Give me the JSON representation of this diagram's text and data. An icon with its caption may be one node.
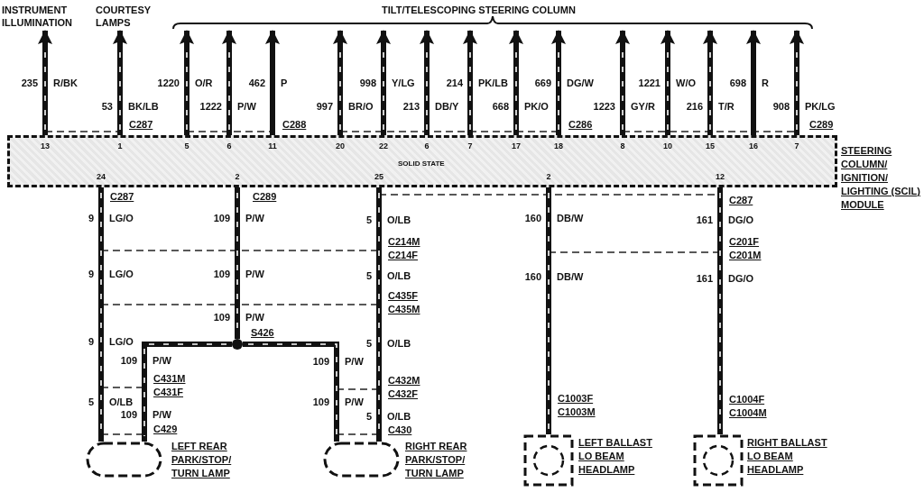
{
  "diagram": {
    "nodes": [
      {
        "text": [
          "SOLID STATE"
        ],
        "beside": [
          "STEERING COLUMN/ IGNITION/ LIGHTING (SCIL) MODULE"
        ]
      },
      {
        "text": [
          "INSTRUMENT ILLUMINATION"
        ]
      },
      {
        "text": [
          "COURTESY LAMPS"
        ]
      },
      {
        "text": [],
        "shape": "circle",
        "beside": [
          "S426"
        ]
      },
      {
        "text": [],
        "shape": "oval",
        "beside": [
          "LEFT REAR PARK/STOP/ TURN LAMP"
        ]
      },
      {
        "text": [],
        "shape": "oval",
        "beside": [
          "RIGHT REAR PARK/STOP/ TURN LAMP"
        ]
      },
      {
        "text": [],
        "shape": "box",
        "beside": [
          "LEFT BALLAST LO BEAM HEADLAMP"
        ]
      },
      {
        "text": [],
        "shape": "box",
        "beside": [
          "RIGHT BALLAST LO BEAM HEADLAMP"
        ]
      },
      {
        "text": [
          "TILT/TELESCOPING STEERING COLUMN"
        ]
      }
    ],
    "edges": [
      {
        "from": 0,
        "to": 1,
        "arrow": "to"
      },
      {
        "from": 0,
        "to": 2,
        "arrow": "to"
      },
      {
        "from": 0,
        "to": 8,
        "arrow": "to"
      },
      {
        "from": 0,
        "to": 8,
        "arrow": "to"
      },
      {
        "from": 0,
        "to": 8,
        "arrow": "to"
      },
      {
        "from": 0,
        "to": 8,
        "arrow": "to"
      },
      {
        "from": 0,
        "to": 8,
        "arrow": "to"
      },
      {
        "from": 0,
        "to": 8,
        "arrow": "to"
      },
      {
        "from": 0,
        "to": 8,
        "arrow": "to"
      },
      {
        "from": 0,
        "to": 8,
        "arrow": "to"
      },
      {
        "from": 0,
        "to": 8,
        "arrow": "to"
      },
      {
        "from": 0,
        "to": 8,
        "arrow": "to"
      },
      {
        "from": 0,
        "to": 8,
        "arrow": "to"
      },
      {
        "from": 0,
        "to": 8,
        "arrow": "to"
      },
      {
        "from": 0,
        "to": 8,
        "arrow": "to"
      },
      {
        "from": 0,
        "to": 8,
        "arrow": "to"
      },
      {
        "from": 0,
        "to": 4,
        "arrow": "none"
      },
      {
        "from": 0,
        "to": 3,
        "arrow": "none"
      },
      {
        "from": 3,
        "to": 4,
        "arrow": "none"
      },
      {
        "from": 3,
        "to": 5,
        "arrow": "none"
      },
      {
        "from": 0,
        "to": 5,
        "arrow": "none"
      },
      {
        "from": 0,
        "to": 6,
        "arrow": "none"
      },
      {
        "from": 0,
        "to": 7,
        "arrow": "none"
      }
    ],
    "labels": [
      "235",
      "R/BK",
      "53",
      "BK/LB",
      "C287",
      "1220",
      "O/R",
      "1222",
      "P/W",
      "462",
      "P",
      "C288",
      "997",
      "BR/O",
      "998",
      "Y/LG",
      "213",
      "DB/Y",
      "214",
      "PK/LB",
      "668",
      "PK/O",
      "669",
      "DG/W",
      "C286",
      "1223",
      "GY/R",
      "1221",
      "W/O",
      "216",
      "T/R",
      "698",
      "R",
      "908",
      "PK/LG",
      "C289",
      "13",
      "1",
      "5",
      "6",
      "11",
      "20",
      "22",
      "6",
      "7",
      "17",
      "18",
      "8",
      "10",
      "15",
      "16",
      "7",
      "24",
      "2",
      "25",
      "2",
      "12",
      "C287",
      "C289",
      "C287",
      "9",
      "LG/O",
      "109",
      "P/W",
      "5",
      "O/LB",
      "160",
      "DB/W",
      "161",
      "DG/O",
      "C214M",
      "C214F",
      "C201F",
      "C201M",
      "9",
      "LG/O",
      "109",
      "P/W",
      "5",
      "O/LB",
      "160",
      "DB/W",
      "161",
      "DG/O",
      "C435F",
      "C435M",
      "109",
      "P/W",
      "9",
      "LG/O",
      "5",
      "O/LB",
      "109",
      "P/W",
      "109",
      "P/W",
      "C431M",
      "C431F",
      "C432M",
      "C432F",
      "C1003F",
      "C1003M",
      "C1004F",
      "C1004M",
      "5",
      "O/LB",
      "109",
      "P/W",
      "109",
      "P/W",
      "5",
      "O/LB",
      "C429",
      "C430"
    ]
  }
}
